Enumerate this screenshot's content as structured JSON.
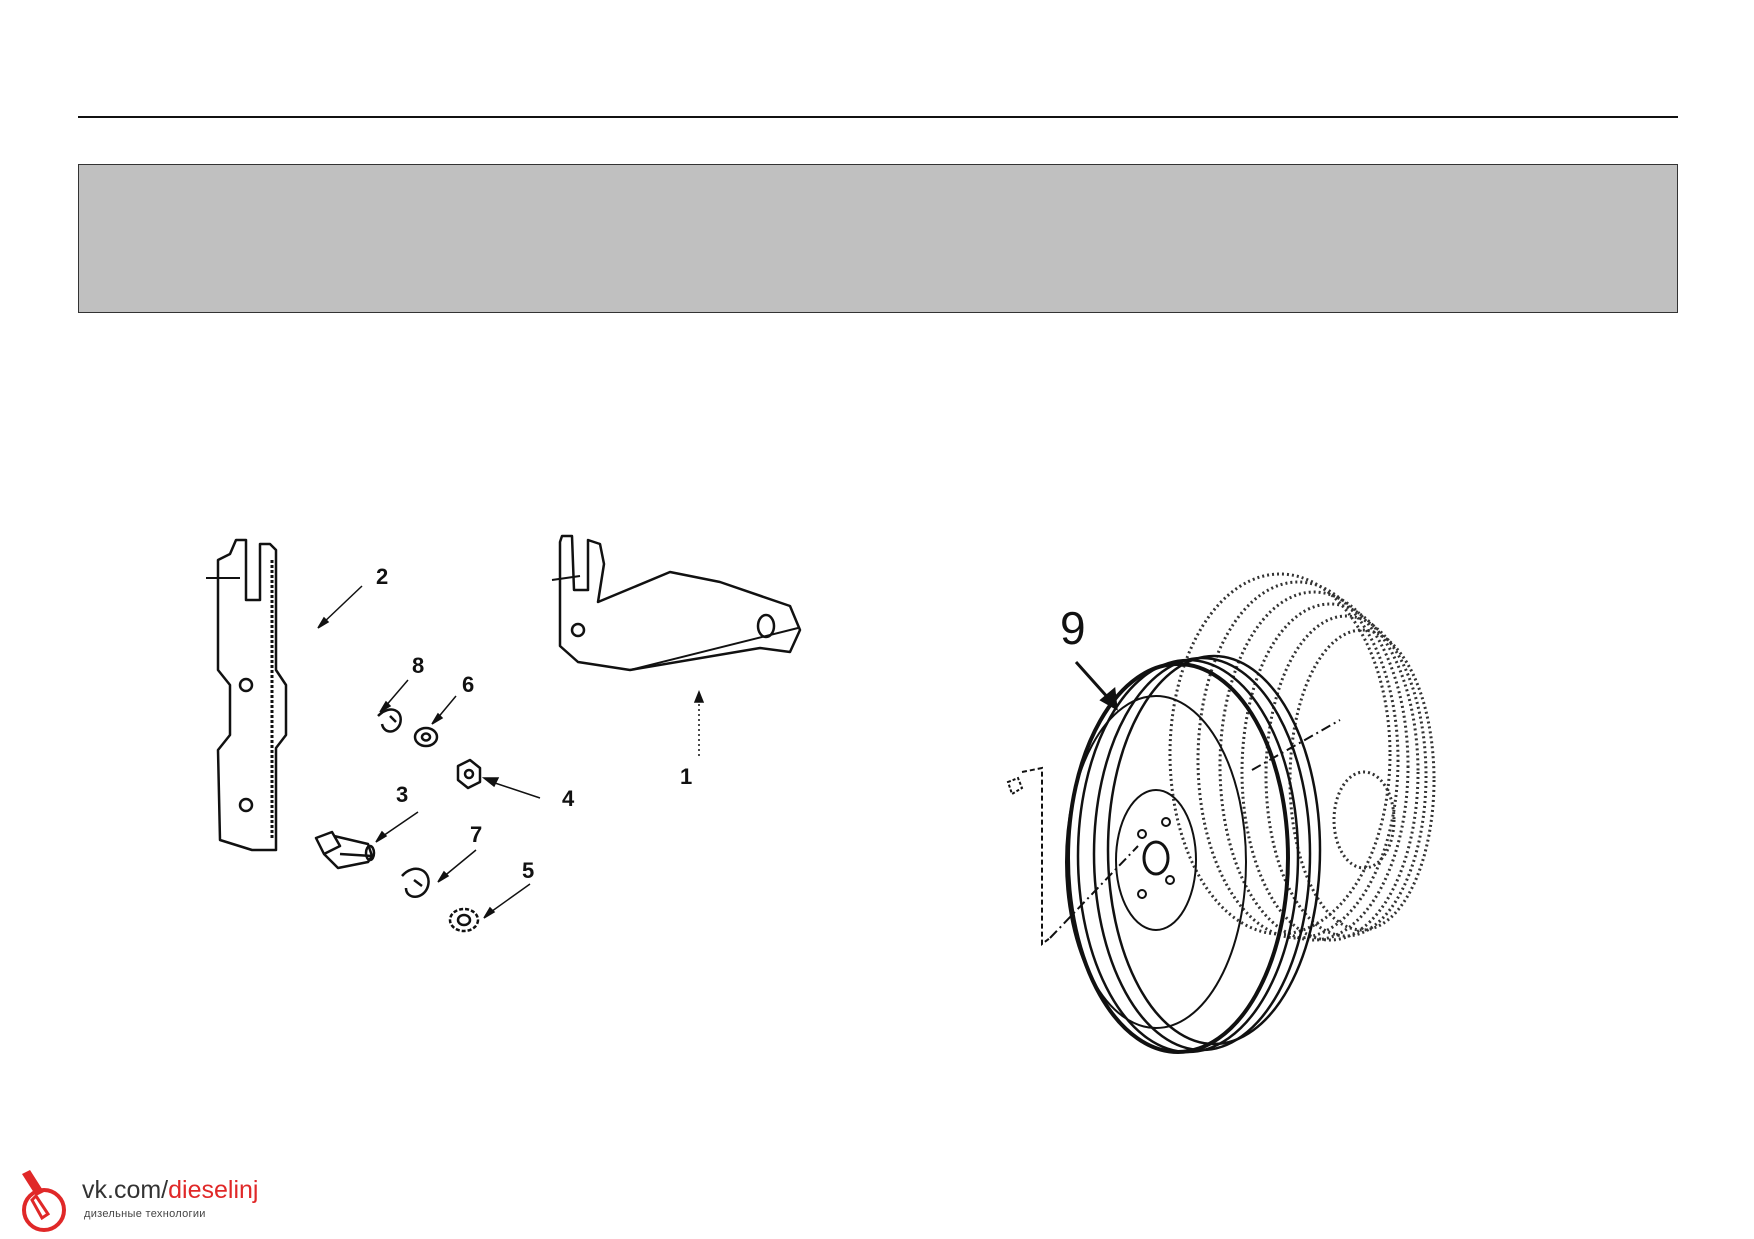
{
  "callouts_left": {
    "bracket_1": "1",
    "bracket_2": "2",
    "bolt_3": "3",
    "nut_4": "4",
    "washer_5": "5",
    "washer_6": "6",
    "clip_7": "7",
    "clip_8": "8"
  },
  "callouts_right": {
    "pulley_9": "9"
  },
  "watermark": {
    "url_prefix": "vk.com/",
    "url_suffix": "dieselinj",
    "tagline": "дизельные технологии",
    "accent_color": "#e02828"
  }
}
